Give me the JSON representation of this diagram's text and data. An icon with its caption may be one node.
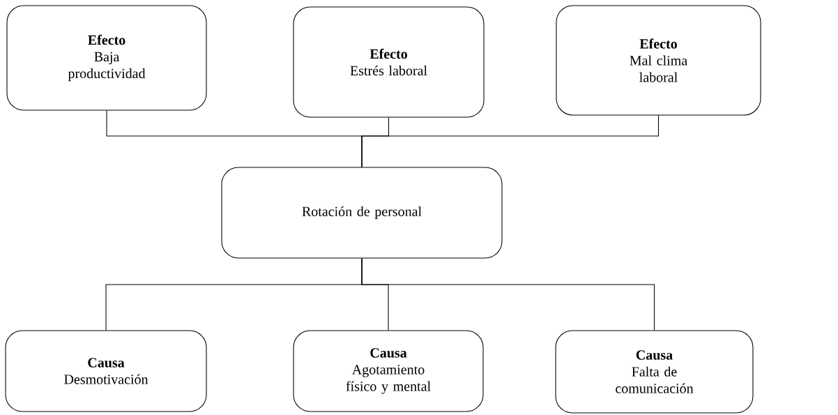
{
  "diagram": {
    "nodes": [
      {
        "text": [
          "Efecto",
          "Baja productividad"
        ]
      },
      {
        "text": [
          "Efecto",
          "Estrés laboral"
        ]
      },
      {
        "text": [
          "Efecto",
          "Mal clima laboral"
        ]
      },
      {
        "text": [
          "Rotación de personal"
        ]
      },
      {
        "text": [
          "Causa",
          "Desmotivación"
        ]
      },
      {
        "text": [
          "Causa",
          "Agotamiento físico y mental"
        ]
      },
      {
        "text": [
          "Causa",
          "Falta de comunicación"
        ]
      }
    ],
    "edges": [
      {
        "from": 0,
        "to": 3,
        "arrow": "none"
      },
      {
        "from": 1,
        "to": 3,
        "arrow": "none"
      },
      {
        "from": 2,
        "to": 3,
        "arrow": "none"
      },
      {
        "from": 3,
        "to": 4,
        "arrow": "none"
      },
      {
        "from": 3,
        "to": 5,
        "arrow": "none"
      },
      {
        "from": 3,
        "to": 6,
        "arrow": "none"
      }
    ]
  }
}
